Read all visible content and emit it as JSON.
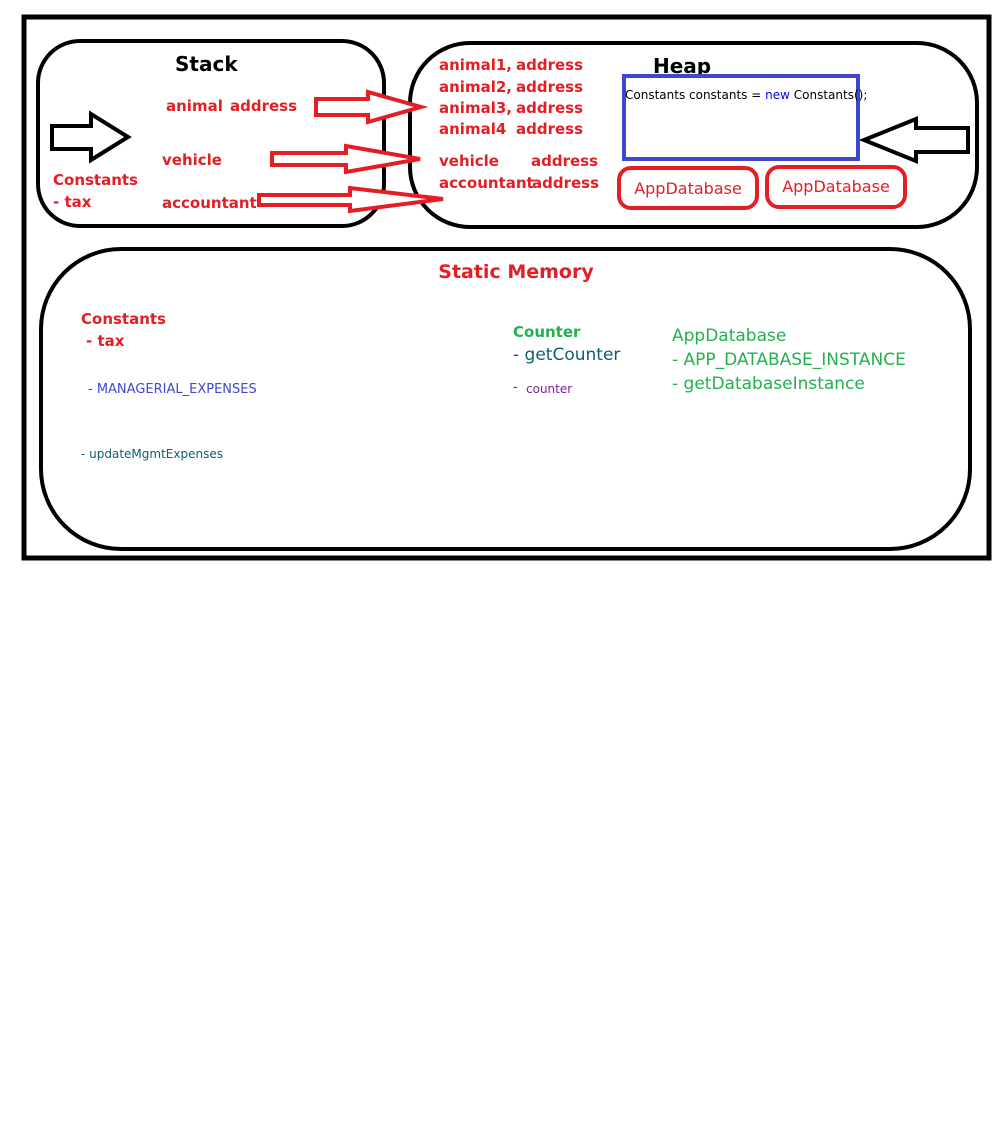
{
  "colors": {
    "red": "#e31e24",
    "black": "#000000",
    "blue": "#3f48cc",
    "green": "#22b14c",
    "teal": "#0e5d75",
    "purple": "#7a1fa2",
    "keyword_blue": "#0000ff"
  },
  "stack": {
    "title": "Stack",
    "animal_label": "animal",
    "animal_address": "address",
    "vehicle_label": "vehicle",
    "accountant_label": "accountant",
    "constants_label": "Constants",
    "tax_label": "- tax"
  },
  "heap": {
    "title": "Heap",
    "rows": [
      {
        "name": "animal1,",
        "value": "address"
      },
      {
        "name": "animal2,",
        "value": "address"
      },
      {
        "name": "animal3,",
        "value": "address"
      },
      {
        "name": "animal4",
        "value": "address"
      },
      {
        "name": "vehicle",
        "value": "address"
      },
      {
        "name": "accountant",
        "value": "address"
      }
    ],
    "code_before": "Constants constants = ",
    "code_keyword": "new",
    "code_after": " Constants();",
    "app_database_1": "AppDatabase",
    "app_database_2": "AppDatabase"
  },
  "static_memory": {
    "title": "Static Memory",
    "constants_label": "Constants",
    "tax_label": "- tax",
    "managerial_expenses": "- MANAGERIAL_EXPENSES",
    "update_mgmt_expenses": "- updateMgmtExpenses",
    "counter_label": "Counter",
    "get_counter": "- getCounter",
    "counter_field_dash": "-",
    "counter_field": "counter",
    "app_database_label": "AppDatabase",
    "app_database_instance": "- APP_DATABASE_INSTANCE",
    "get_database_instance": "- getDatabaseInstance"
  }
}
